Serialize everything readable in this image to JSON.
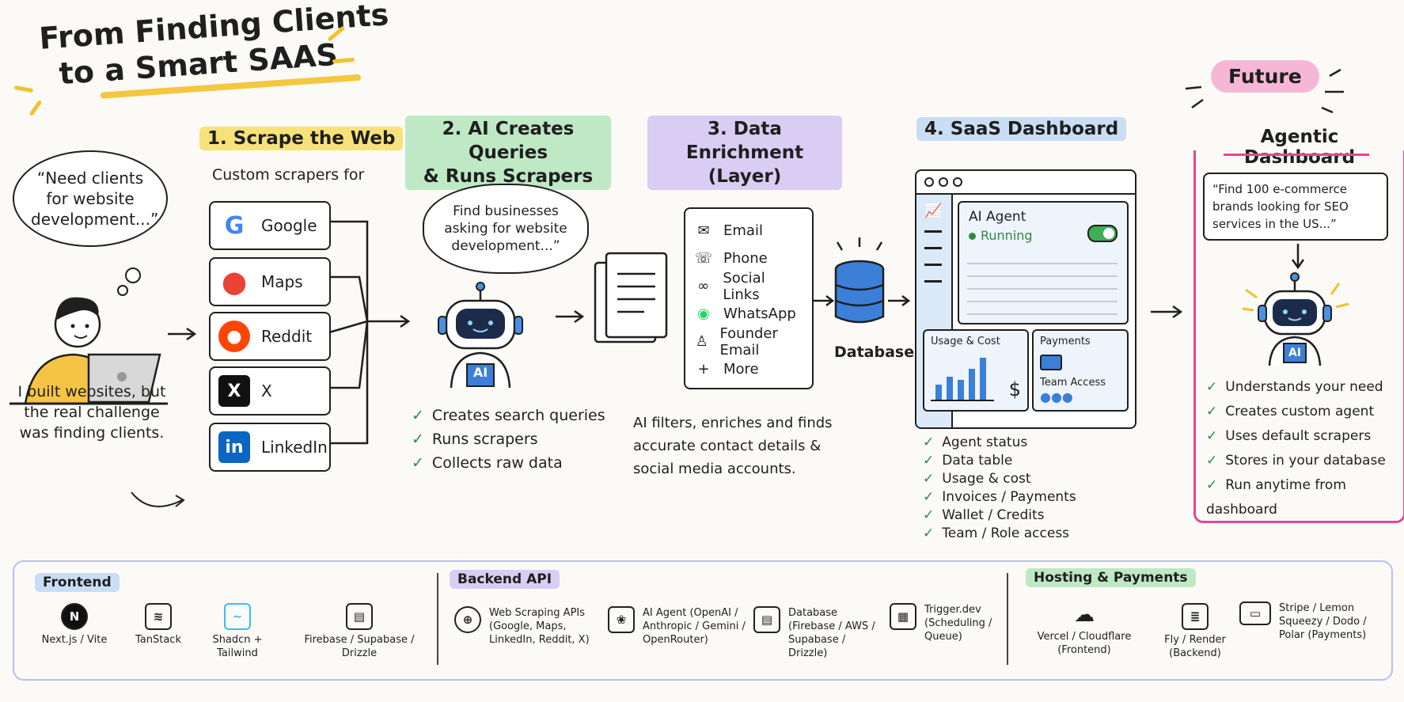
{
  "title": {
    "line1": "From Finding Clients",
    "line2": "to a Smart SAAS"
  },
  "intro": {
    "thought": "“Need clients for website development...”",
    "caption": "I built websites, but the real challenge was finding clients."
  },
  "step1": {
    "title": "1. Scrape the Web",
    "subtitle": "Custom scrapers for",
    "sources": [
      "Google",
      "Maps",
      "Reddit",
      "X",
      "LinkedIn"
    ]
  },
  "step2": {
    "title_line1": "2. AI Creates Queries",
    "title_line2": "& Runs Scrapers",
    "speech": "Find businesses asking for website development...”",
    "robot_badge": "AI",
    "checks": [
      "Creates search queries",
      "Runs scrapers",
      "Collects raw data"
    ]
  },
  "step3": {
    "title_line1": "3. Data Enrichment",
    "title_line2": "(Layer)",
    "fields": [
      {
        "icon": "mail-icon",
        "label": "Email"
      },
      {
        "icon": "phone-icon",
        "label": "Phone"
      },
      {
        "icon": "link-icon",
        "label": "Social Links"
      },
      {
        "icon": "whatsapp-icon",
        "label": "WhatsApp"
      },
      {
        "icon": "user-icon",
        "label": "Founder Email"
      },
      {
        "icon": "plus-icon",
        "label": "More"
      }
    ],
    "database_label": "Database",
    "description": "AI filters, enriches and finds accurate contact details & social media accounts."
  },
  "step4": {
    "title": "4. SaaS Dashboard",
    "agent_title": "AI Agent",
    "agent_status": "Running",
    "usage_title": "Usage & Cost",
    "payments_title": "Payments",
    "team_title": "Team Access",
    "dollar": "$",
    "checks": [
      "Agent status",
      "Data table",
      "Usage & cost",
      "Invoices / Payments",
      "Wallet / Credits",
      "Team / Role access"
    ]
  },
  "future": {
    "badge": "Future",
    "title": "Agentic Dashboard",
    "prompt": "“Find 100 e-commerce brands looking for SEO services in the US...”",
    "robot_badge": "AI",
    "checks": [
      "Understands your need",
      "Creates custom agent",
      "Uses default scrapers",
      "Stores in your database",
      "Run anytime from dashboard"
    ]
  },
  "stack": {
    "frontend": {
      "label": "Frontend",
      "items": [
        {
          "icon": "nextjs-icon",
          "glyph": "N",
          "text": "Next.js / Vite"
        },
        {
          "icon": "tanstack-icon",
          "glyph": "≋",
          "text": "TanStack"
        },
        {
          "icon": "tailwind-icon",
          "glyph": "~",
          "text": "Shadcn + Tailwind"
        },
        {
          "icon": "database-icon",
          "glyph": "▤",
          "text": "Firebase / Supabase / Drizzle"
        }
      ]
    },
    "backend": {
      "label": "Backend API",
      "items": [
        {
          "icon": "globe-icon",
          "glyph": "⊕",
          "text": "Web Scraping APIs (Google, Maps, LinkedIn, Reddit, X)"
        },
        {
          "icon": "brain-icon",
          "glyph": "❀",
          "text": "AI Agent (OpenAI / Anthropic / Gemini / OpenRouter)"
        },
        {
          "icon": "database-icon",
          "glyph": "▤",
          "text": "Database (Firebase / AWS / Supabase / Drizzle)"
        },
        {
          "icon": "calendar-icon",
          "glyph": "▦",
          "text": "Trigger.dev (Scheduling / Queue)"
        }
      ]
    },
    "hosting": {
      "label": "Hosting & Payments",
      "items": [
        {
          "icon": "cloud-icon",
          "glyph": "☁",
          "text": "Vercel / Cloudflare (Frontend)"
        },
        {
          "icon": "server-icon",
          "glyph": "≣",
          "text": "Fly / Render (Backend)"
        },
        {
          "icon": "card-icon",
          "glyph": "▭",
          "text": "Stripe / Lemon Squeezy / Dodo / Polar (Payments)"
        }
      ]
    }
  },
  "colors": {
    "yellow": "#f7e27a",
    "green": "#bfe8c4",
    "purple": "#d9cdf3",
    "blue": "#c9def5",
    "pink": "#f6b7d6",
    "accent_pink": "#e8458f"
  }
}
